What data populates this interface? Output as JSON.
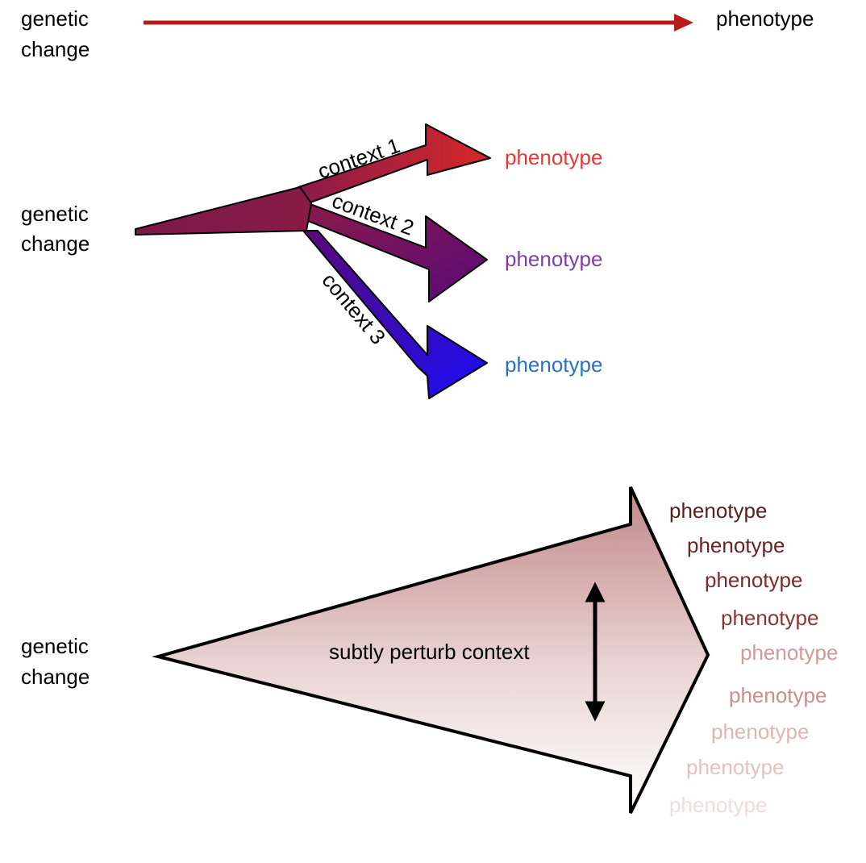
{
  "panel_simple": {
    "source_label_line1": "genetic",
    "source_label_line2": "change",
    "target_label": "phenotype",
    "arrow_color": "#b71c1c"
  },
  "panel_contexts": {
    "source_label_line1": "genetic",
    "source_label_line2": "change",
    "branches": [
      {
        "label": "context 1",
        "target_label": "phenotype",
        "target_color": "#e53935",
        "arrow_color": "#c62828"
      },
      {
        "label": "context 2",
        "target_label": "phenotype",
        "target_color": "#7b3fa6",
        "arrow_color": "#5c0b6e"
      },
      {
        "label": "context 3",
        "target_label": "phenotype",
        "target_color": "#2f6fbd",
        "arrow_color": "#1c0cf0"
      }
    ],
    "trunk_color": "#8a1a4a"
  },
  "panel_perturb": {
    "source_label_line1": "genetic",
    "source_label_line2": "change",
    "center_label": "subtly perturb context",
    "arrow_fill_top": "#c08888",
    "arrow_fill_bottom": "#ffffff",
    "phenotypes": [
      {
        "label": "phenotype",
        "color": "#5a1f1f"
      },
      {
        "label": "phenotype",
        "color": "#6a2424"
      },
      {
        "label": "phenotype",
        "color": "#7a2a2a"
      },
      {
        "label": "phenotype",
        "color": "#8a3434"
      },
      {
        "label": "phenotype",
        "color": "#cf9a9a"
      },
      {
        "label": "phenotype",
        "color": "#c98e8e"
      },
      {
        "label": "phenotype",
        "color": "#ddb5b5"
      },
      {
        "label": "phenotype",
        "color": "#e3c1c1"
      },
      {
        "label": "phenotype",
        "color": "#f0dcdc"
      }
    ]
  }
}
